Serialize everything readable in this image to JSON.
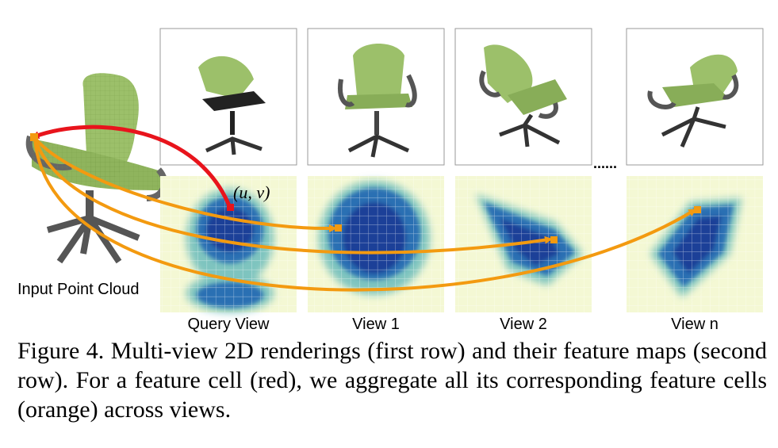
{
  "figure": {
    "input_label": "Input Point Cloud",
    "query_point_label": "(u, v)",
    "ellipsis": "......",
    "views": [
      {
        "label": "Query View"
      },
      {
        "label": "View 1"
      },
      {
        "label": "View 2"
      },
      {
        "label": "View n"
      }
    ],
    "colors": {
      "query_correspondence": "#e8141c",
      "corresponding_cells": "#f39a10",
      "feature_map_low": "#f4f8d4",
      "feature_map_high": "#1f3f98",
      "chair_fabric": "#9cc06a",
      "chair_frame": "#555555"
    }
  },
  "caption": {
    "label": "Figure 4.",
    "text": "Multi-view 2D renderings (first row) and their feature maps (second row). For a feature cell (red), we aggregate all its corresponding feature cells (orange) across views."
  }
}
